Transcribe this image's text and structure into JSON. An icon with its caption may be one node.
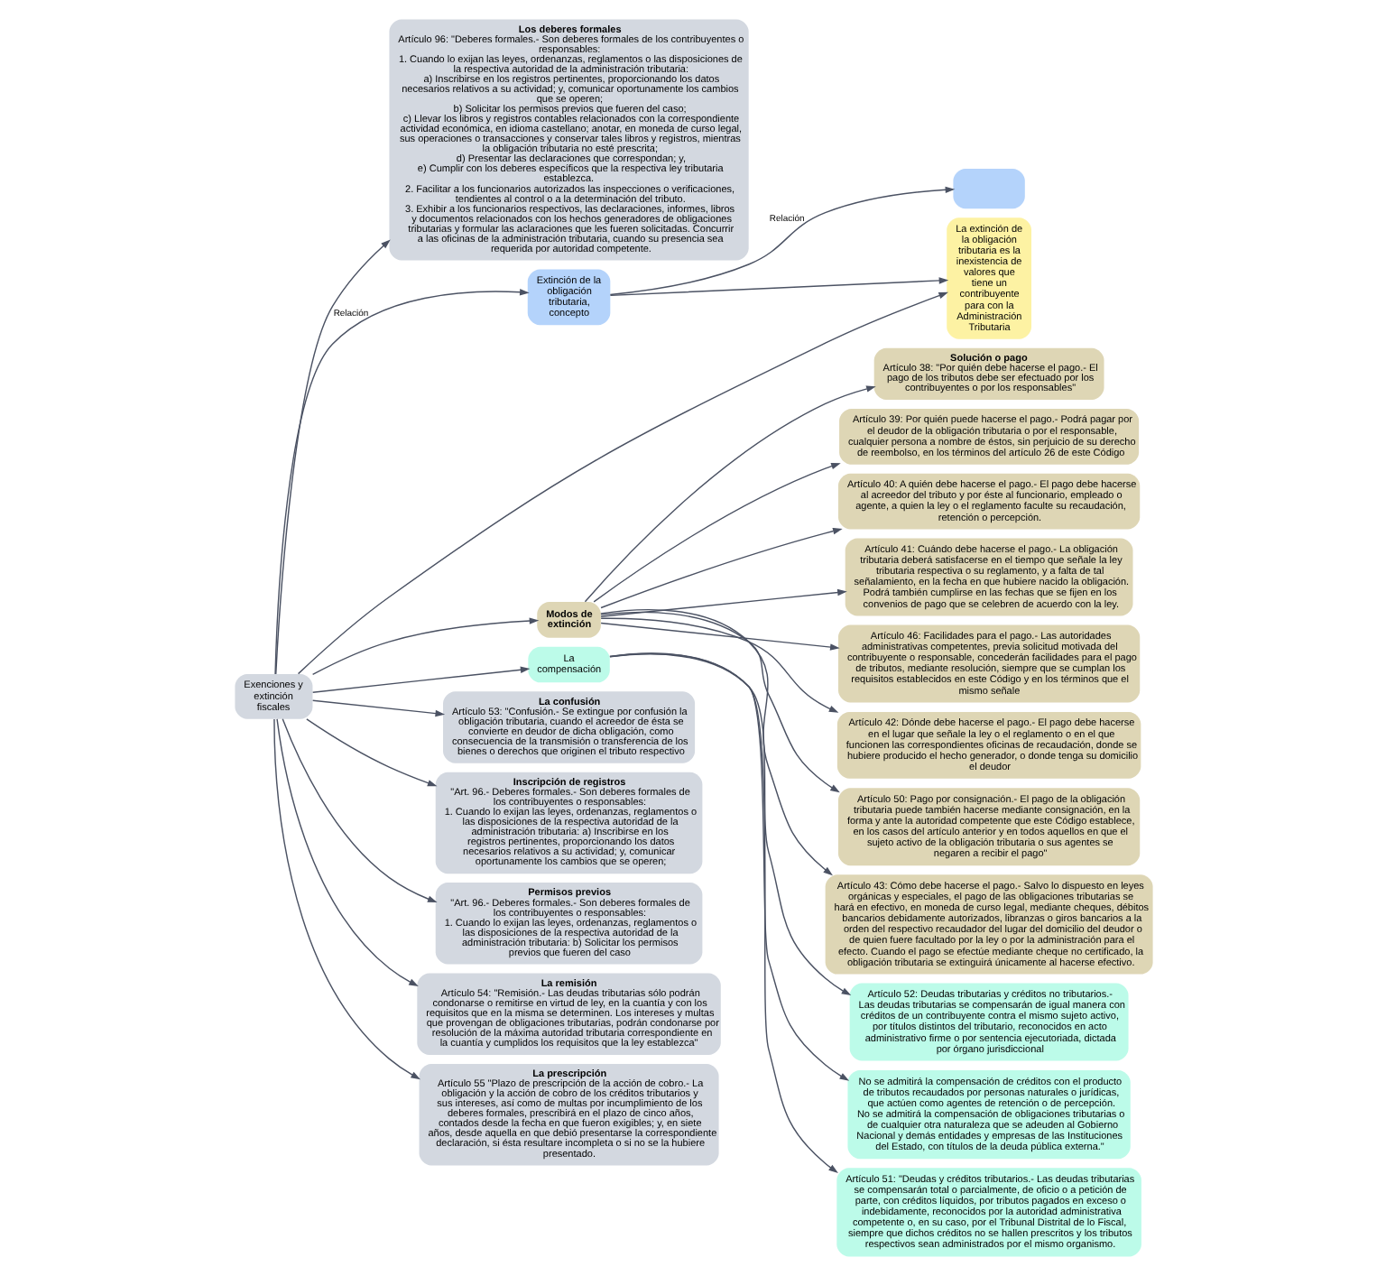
{
  "diagram": {
    "nodes": [
      {
        "text": [
          "Los deberes formales",
          "Artículo 96: \"Deberes formales.- Son deberes formales de los contribuyentes o responsables:",
          "1. Cuando lo exijan las leyes, ordenanzas, reglamentos o las disposiciones de la respectiva autoridad de la administración tributaria:",
          "a) Inscribirse en los registros pertinentes, proporcionando los datos necesarios relativos a su actividad; y, comunicar oportunamente los cambios que se operen;",
          "b) Solicitar los permisos previos que fueren del caso;",
          "c) Llevar los libros y registros contables relacionados con la correspondiente actividad económica, en idioma castellano; anotar, en moneda de curso legal, sus operaciones o transacciones y conservar tales libros y registros, mientras la obligación tributaria no esté prescrita;",
          "d) Presentar las declaraciones que correspondan; y,",
          "e) Cumplir con los deberes específicos que la respectiva ley tributaria establezca.",
          "2. Facilitar a los funcionarios autorizados las inspecciones o verificaciones, tendientes al control o a la determinación del tributo.",
          "3. Exhibir a los funcionarios respectivos, las declaraciones, informes, libros y documentos relacionados con los hechos generadores de obligaciones tributarias y formular las aclaraciones que les fueren solicitadas. Concurrir a las oficinas de la administración tributaria, cuando su presencia sea requerida por autoridad competente."
        ]
      },
      {
        "text": [],
        "shape": "box"
      },
      {
        "text": [
          "Extinción de la obligación tributaria, concepto"
        ]
      },
      {
        "text": [
          "Solución o pago",
          "Artículo 38: \"Por quién debe hacerse el pago.- El pago de los tributos debe ser efectuado por los contribuyentes o por los responsables\""
        ]
      },
      {
        "text": [
          "Modos de extinción"
        ]
      },
      {
        "text": [
          "Artículo 39: Por quién puede hacerse el pago.- Podrá pagar por el deudor de la obligación tributaria o por el responsable, cualquier persona a nombre de éstos, sin perjuicio de su derecho de reembolso, en los términos del artículo 26 de este Código"
        ]
      },
      {
        "text": [
          "Artículo 40: A quién debe hacerse el pago.- El pago debe hacerse al acreedor del tributo y por éste al funcionario, empleado o agente, a quien la ley o el reglamento faculte su recaudación, retención o percepción."
        ]
      },
      {
        "text": [
          "Artículo 41: Cuándo debe hacerse el pago.- La obligación tributaria deberá satisfacerse en el tiempo que señale la ley tributaria respectiva o su reglamento, y a falta de tal señalamiento, en la fecha en que hubiere nacido la obligación. Podrá también cumplirse en las fechas que se fijen en los convenios de pago que se celebren de acuerdo con la ley."
        ]
      },
      {
        "text": [
          "Artículo 46: Facilidades para el pago.- Las autoridades administrativas competentes, previa solicitud motivada del contribuyente o responsable, concederán facilidades para el pago de tributos, mediante resolución, siempre que se cumplan los requisitos establecidos en este Código y en los términos que el mismo señale"
        ]
      },
      {
        "text": [
          "La extinción de la obligación tributaria es la inexistencia de valores que tiene un contribuyente para con la Administración Tributaria"
        ]
      },
      {
        "text": [
          "Exenciones y extinción fiscales"
        ]
      },
      {
        "text": [
          "Artículo 42: Dónde debe hacerse el pago.- El pago debe hacerse en el lugar que señale la ley o el reglamento o en el que funcionen las correspondientes oficinas de recaudación, donde se hubiere producido el hecho generador, o donde tenga su domicilio el deudor"
        ]
      },
      {
        "text": [
          "Artículo 52: Deudas tributarias y créditos no tributarios.- Las deudas tributarias se compensarán de igual manera con créditos de un contribuyente contra el mismo sujeto activo, por títulos distintos del tributario, reconocidos en acto administrativo firme o por sentencia ejecutoriada, dictada por órgano jurisdiccional"
        ]
      },
      {
        "text": [
          "La compensación"
        ]
      },
      {
        "text": [
          "Artículo 50: Pago por consignación.- El pago de la obligación tributaria puede también hacerse mediante consignación, en la forma y ante la autoridad competente que este Código establece, en los casos del artículo anterior y en todos aquellos en que el sujeto activo de la obligación tributaria o sus agentes se negaren a recibir el pago\""
        ]
      },
      {
        "text": [
          "Artículo 43: Cómo debe hacerse el pago.- Salvo lo dispuesto en leyes orgánicas y especiales, el pago de las obligaciones tributarias se hará en efectivo, en moneda de curso legal, mediante cheques, débitos bancarios debidamente autorizados, libranzas o giros bancarios a la orden del respectivo recaudador del lugar del domicilio del deudor o de quien fuere facultado por la ley o por la administración para el efecto. Cuando el pago se efectúe mediante cheque no certificado, la obligación tributaria se extinguirá únicamente al hacerse efectivo."
        ]
      },
      {
        "text": [
          "No se admitirá la compensación de créditos con el producto de tributos recaudados por personas naturales o jurídicas, que actúen como agentes de retención o de percepción.",
          "No se admitirá la compensación de obligaciones tributarias o de cualquier otra naturaleza que se adeuden al Gobierno Nacional y demás entidades y empresas de las Instituciones del Estado, con títulos de la deuda pública externa.\""
        ]
      },
      {
        "text": [
          "Artículo 51: \"Deudas y créditos tributarios.- Las deudas tributarias se compensarán total o parcialmente, de oficio o a petición de parte, con créditos líquidos, por tributos pagados en exceso o indebidamente, reconocidos por la autoridad administrativa competente o, en su caso, por el Tribunal Distrital de lo Fiscal, siempre que dichos créditos no se hallen prescritos y los tributos respectivos sean administrados por el mismo organismo."
        ]
      },
      {
        "text": [
          "La confusión",
          "Artículo 53: \"Confusión.- Se extingue por confusión la obligación tributaria, cuando el acreedor de ésta se convierte en deudor de dicha obligación, como consecuencia de la transmisión o transferencia de los bienes o derechos que originen el tributo respectivo"
        ]
      },
      {
        "text": [
          "Inscripción de registros",
          "\"Art. 96.- Deberes formales.- Son deberes formales de los contribuyentes o responsables:",
          "1. Cuando lo exijan las leyes, ordenanzas, reglamentos o las disposiciones de la respectiva autoridad de la administración tributaria: a) Inscribirse en los registros pertinentes, proporcionando los datos necesarios relativos a su actividad; y, comunicar oportunamente los cambios que se operen;"
        ]
      },
      {
        "text": [
          "Permisos previos",
          "\"Art. 96.- Deberes formales.- Son deberes formales de los contribuyentes o responsables:",
          "1. Cuando lo exijan las leyes, ordenanzas, reglamentos o las disposiciones de la respectiva autoridad de la administración tributaria: b) Solicitar los permisos previos que fueren del caso"
        ]
      },
      {
        "text": [
          "La remisión",
          "Artículo 54: \"Remisión.- Las deudas tributarias sólo podrán condonarse o remitirse en virtud de ley, en la cuantía y con los requisitos que en la misma se determinen. Los intereses y multas que provengan de obligaciones tributarias, podrán condonarse por resolución de la máxima autoridad tributaria correspondiente en la cuantía y cumplidos los requisitos que la ley establezca\""
        ]
      },
      {
        "text": [
          "La prescripción",
          "Artículo 55 \"Plazo de prescripción de la acción de cobro.- La obligación y la acción de cobro de los créditos tributarios y sus intereses, así como de multas por incumplimiento de los deberes formales, prescribirá en el plazo de cinco años, contados desde la fecha en que fueron exigibles; y, en siete años, desde aquella en que debió presentarse la correspondiente declaración, si ésta resultare incompleta o si no se la hubiere presentado."
        ]
      }
    ],
    "edges": [
      {
        "from": 10,
        "to": 0,
        "arrow": "to"
      },
      {
        "from": 10,
        "to": 4,
        "arrow": "to"
      },
      {
        "from": 10,
        "to": 2,
        "arrow": "to",
        "label": "Relación"
      },
      {
        "from": 2,
        "to": 1,
        "arrow": "to",
        "label": "Relación"
      },
      {
        "from": 2,
        "to": 9,
        "arrow": "to"
      },
      {
        "from": 10,
        "to": 9,
        "arrow": "to"
      },
      {
        "from": 10,
        "to": 13,
        "arrow": "to"
      },
      {
        "from": 4,
        "to": 3,
        "arrow": "to"
      },
      {
        "from": 4,
        "to": 5,
        "arrow": "to"
      },
      {
        "from": 4,
        "to": 6,
        "arrow": "to"
      },
      {
        "from": 4,
        "to": 7,
        "arrow": "to"
      },
      {
        "from": 4,
        "to": 11,
        "arrow": "to"
      },
      {
        "from": 4,
        "to": 8,
        "arrow": "to"
      },
      {
        "from": 4,
        "to": 14,
        "arrow": "to"
      },
      {
        "from": 4,
        "to": 15,
        "arrow": "to"
      },
      {
        "from": 13,
        "to": 12,
        "arrow": "to"
      },
      {
        "from": 13,
        "to": 17,
        "arrow": "to"
      },
      {
        "from": 13,
        "to": 16,
        "arrow": "to"
      },
      {
        "from": 10,
        "to": 18,
        "arrow": "to"
      },
      {
        "from": 10,
        "to": 21,
        "arrow": "to"
      },
      {
        "from": 10,
        "to": 22,
        "arrow": "to"
      },
      {
        "from": 10,
        "to": 19,
        "arrow": "to"
      },
      {
        "from": 10,
        "to": 20,
        "arrow": "to"
      }
    ]
  }
}
